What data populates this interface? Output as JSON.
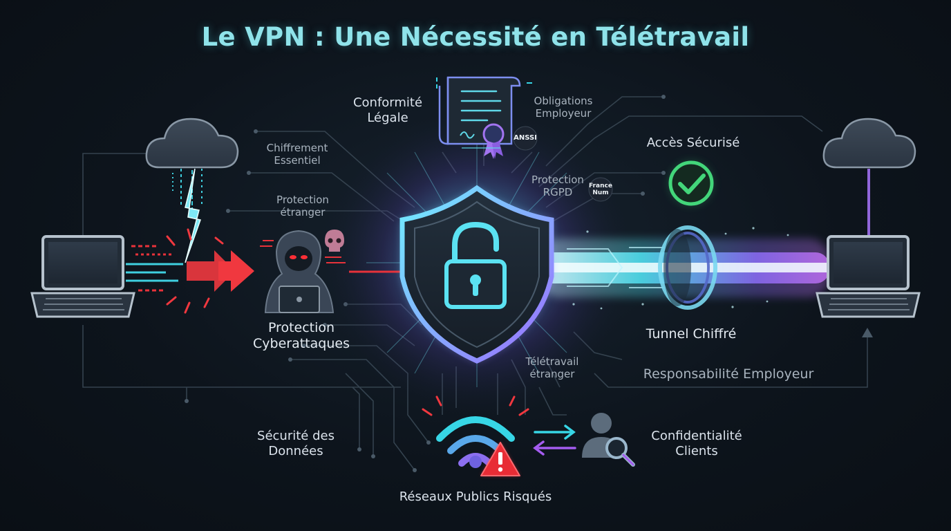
{
  "title": "Le VPN : Une Nécessité en Télétravail",
  "labels": {
    "conformite": [
      "Conformité",
      "Légale"
    ],
    "obligations": [
      "Obligations",
      "Employeur"
    ],
    "anssi": "ANSSI",
    "chiffrement": [
      "Chiffrement",
      "Essentiel"
    ],
    "acces": "Accès Sécurisé",
    "protection_rgpd": [
      "Protection",
      "RGPD"
    ],
    "france_num": [
      "France",
      "Num"
    ],
    "protection_etranger": [
      "Protection",
      "étranger"
    ],
    "protection_cyber": [
      "Protection",
      "Cyberattaques"
    ],
    "tunnel": "Tunnel Chiffré",
    "teletravail_etranger": [
      "Télétravail",
      "étranger"
    ],
    "responsabilite": "Responsabilité Employeur",
    "securite_donnees": [
      "Sécurité des",
      "Données"
    ],
    "confidentialite": [
      "Confidentialité",
      "Clients"
    ],
    "reseaux_publics": "Réseaux Publics Risqués"
  },
  "colors": {
    "cyan": "#37d6e6",
    "purple": "#a45cf0",
    "red": "#f0383f",
    "green": "#43d67a",
    "circuit": "#3b4a56"
  },
  "icons": [
    "cloud-icon",
    "laptop-icon",
    "hacker-icon",
    "skull-icon",
    "shield-lock-icon",
    "certificate-icon",
    "check-icon",
    "wifi-warning-icon",
    "user-search-icon",
    "lightning-icon"
  ]
}
